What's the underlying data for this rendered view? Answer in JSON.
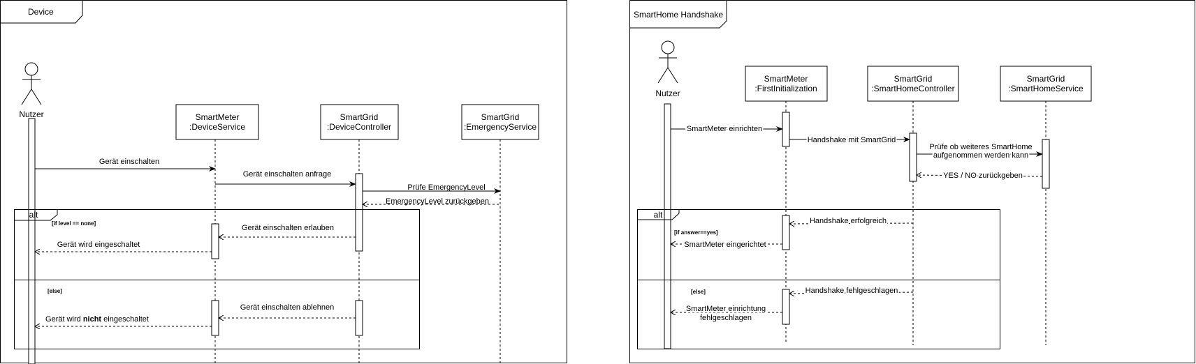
{
  "device": {
    "frame_title": "Device",
    "actor": "Nutzer",
    "participants": [
      {
        "line1": "SmartMeter",
        "line2": ":DeviceService"
      },
      {
        "line1": "SmartGrid",
        "line2": ":DeviceController"
      },
      {
        "line1": "SmartGrid",
        "line2": ":EmergencyService"
      }
    ],
    "messages": {
      "m1": "Gerät einschalten",
      "m2": "Gerät einschalten anfrage",
      "m3": "Prüfe EmergencyLevel",
      "m4": "EmergencyLevel zurückgeben",
      "m5": "Gerät einschalten erlauben",
      "m6": "Gerät wird eingeschaltet",
      "m7": "Gerät einschalten ablehnen",
      "m8_pre": "Gerät wird ",
      "m8_bold": "nicht",
      "m8_post": " eingeschaltet"
    },
    "alt": {
      "label": "alt",
      "guard1": "[if level == none]",
      "guard2": "[else]"
    }
  },
  "handshake": {
    "frame_title": "SmartHome Handshake",
    "actor": "Nutzer",
    "participants": [
      {
        "line1": "SmartMeter",
        "line2": ":FirstInitialization"
      },
      {
        "line1": "SmartGrid",
        "line2": ":SmartHomeController"
      },
      {
        "line1": "SmartGrid",
        "line2": ":SmartHomeService"
      }
    ],
    "messages": {
      "m1": "SmartMeter einrichten",
      "m2": "Handshake mit SmartGrid",
      "m3_line1": "Prüfe ob weiteres SmartHome",
      "m3_line2": "aufgenommen werden kann",
      "m4": "YES / NO zurückgeben",
      "m5": "Handshake erfolgreich",
      "m6": "SmartMeter eingerichtet",
      "m7": "Handshake fehlgeschlagen",
      "m8_line1": "SmartMeter einrichtung",
      "m8_line2": "fehlgeschlagen"
    },
    "alt": {
      "label": "alt",
      "guard1": "[if answer==yes]",
      "guard2": "[else]"
    }
  }
}
